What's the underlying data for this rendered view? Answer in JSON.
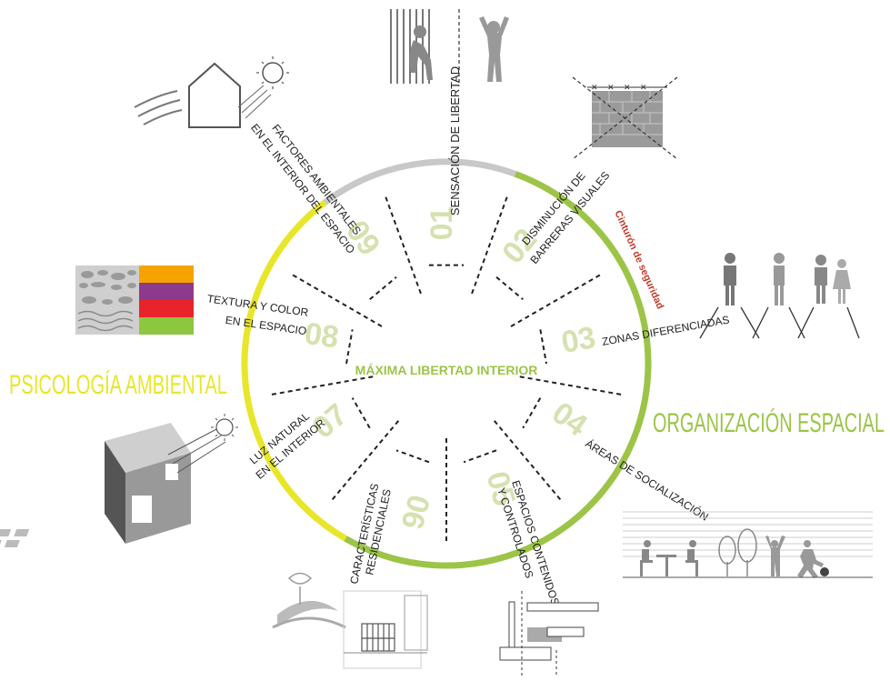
{
  "center_label": "MÁXIMA LIBERTAD INTERIOR",
  "left_label": "PSICOLOGÍA AMBIENTAL",
  "right_label": "ORGANIZACIÓN ESPACIAL",
  "ring_label": "Cinturón de seguridad",
  "colors": {
    "yellow": "#e8e629",
    "green": "#9cc447",
    "gray": "#c8c8c8",
    "number": "#d6e1b0",
    "red": "#c0392b"
  },
  "sectors": [
    {
      "number": "01",
      "label_lines": [
        "SENSACIÓN DE LIBERTAD"
      ]
    },
    {
      "number": "02",
      "label_lines": [
        "DISMINUCIÓN DE",
        "BARRERAS VISUALES"
      ]
    },
    {
      "number": "03",
      "label_lines": [
        "ZONAS DIFERENCIADAS"
      ]
    },
    {
      "number": "04",
      "label_lines": [
        "ÁREAS DE SOCIALIZACIÓN"
      ]
    },
    {
      "number": "05",
      "label_lines": [
        "ESPACIOS CONTENIDOS",
        "Y CONTROLADOS"
      ]
    },
    {
      "number": "06",
      "label_lines": [
        "CARACTERÍSTICAS",
        "RESIDENCIALES"
      ]
    },
    {
      "number": "07",
      "label_lines": [
        "LUZ NATURAL",
        "EN EL INTERIOR"
      ]
    },
    {
      "number": "08",
      "label_lines": [
        "TEXTURA Y COLOR",
        "EN EL ESPACIO"
      ]
    },
    {
      "number": "09",
      "label_lines": [
        "FACTORES AMBIENTALES",
        "EN EL INTERIOR DEL ESPACIO"
      ]
    }
  ],
  "icons": [
    "freedom-figures-icon",
    "wall-barrier-icon",
    "people-zones-icon",
    "socialization-scene-icon",
    "controlled-spaces-icon",
    "residential-room-icon",
    "natural-light-cube-icon",
    "texture-color-swatches-icon",
    "house-sun-wind-icon"
  ],
  "swatch_colors": [
    "#f5a300",
    "#8e3a8c",
    "#e8232a",
    "#8dc63f"
  ]
}
